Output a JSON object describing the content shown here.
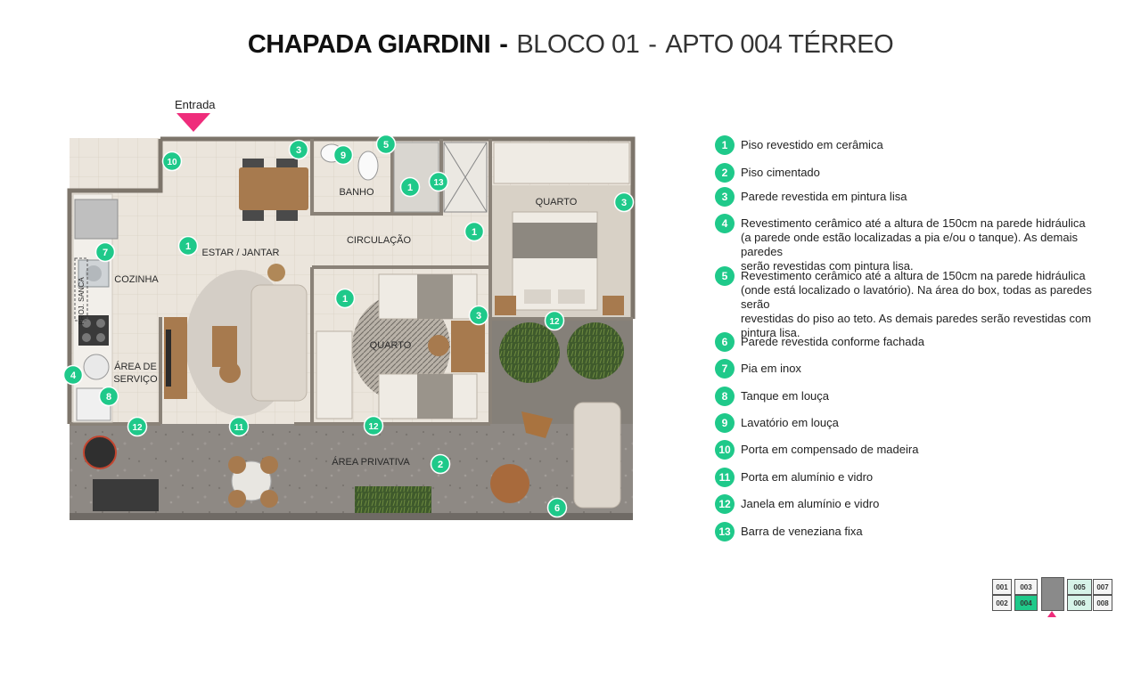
{
  "header": {
    "project": "CHAPADA GIARDINI",
    "separator": "-",
    "block": "BLOCO 01",
    "unit": "APTO 004 TÉRREO"
  },
  "entrance_label": "Entrada",
  "rooms": {
    "banho": "BANHO",
    "quarto1": "QUARTO",
    "circulacao": "CIRCULAÇÃO",
    "estar_jantar": "ESTAR / JANTAR",
    "cozinha": "COZINHA",
    "proj_sanca": "PROJ. SANCA",
    "quarto2": "QUARTO",
    "area_servico_1": "ÁREA DE",
    "area_servico_2": "SERVIÇO",
    "area_privativa": "ÁREA PRIVATIVA"
  },
  "markers": [
    "10",
    "3",
    "9",
    "5",
    "1",
    "13",
    "3",
    "1",
    "1",
    "7",
    "1",
    "3",
    "12",
    "4",
    "8",
    "12",
    "11",
    "12",
    "2",
    "6"
  ],
  "legend": [
    {
      "num": "1",
      "text": "Piso revestido em cerâmica"
    },
    {
      "num": "2",
      "text": "Piso cimentado"
    },
    {
      "num": "3",
      "text": "Parede revestida em pintura lisa"
    },
    {
      "num": "4",
      "text": "Revestimento cerâmico até a altura de 150cm na parede hidráulica\n(a parede onde estão localizadas a pia e/ou o tanque). As demais paredes\nserão revestidas com pintura lisa."
    },
    {
      "num": "5",
      "text": "Revestimento cerâmico até a altura de 150cm na parede hidráulica\n(onde está localizado o lavatório). Na área do box, todas as paredes serão\nrevestidas do piso ao teto. As demais paredes serão revestidas com\npintura lisa."
    },
    {
      "num": "6",
      "text": "Parede revestida conforme fachada"
    },
    {
      "num": "7",
      "text": "Pia em inox"
    },
    {
      "num": "8",
      "text": "Tanque em louça"
    },
    {
      "num": "9",
      "text": "Lavatório em louça"
    },
    {
      "num": "10",
      "text": "Porta em compensado de madeira"
    },
    {
      "num": "11",
      "text": "Porta em alumínio e vidro"
    },
    {
      "num": "12",
      "text": "Janela em alumínio e vidro"
    },
    {
      "num": "13",
      "text": "Barra de veneziana fixa"
    }
  ],
  "key_plan": {
    "units": [
      "001",
      "003",
      "005",
      "007",
      "002",
      "004",
      "006",
      "008"
    ],
    "highlight": "004"
  },
  "colors": {
    "marker": "#1fc98a",
    "entrance_arrow": "#ef2c7b",
    "floor_tile": "#e9e3da",
    "concrete": "#8f8a84",
    "wood": "#a77a4e"
  }
}
